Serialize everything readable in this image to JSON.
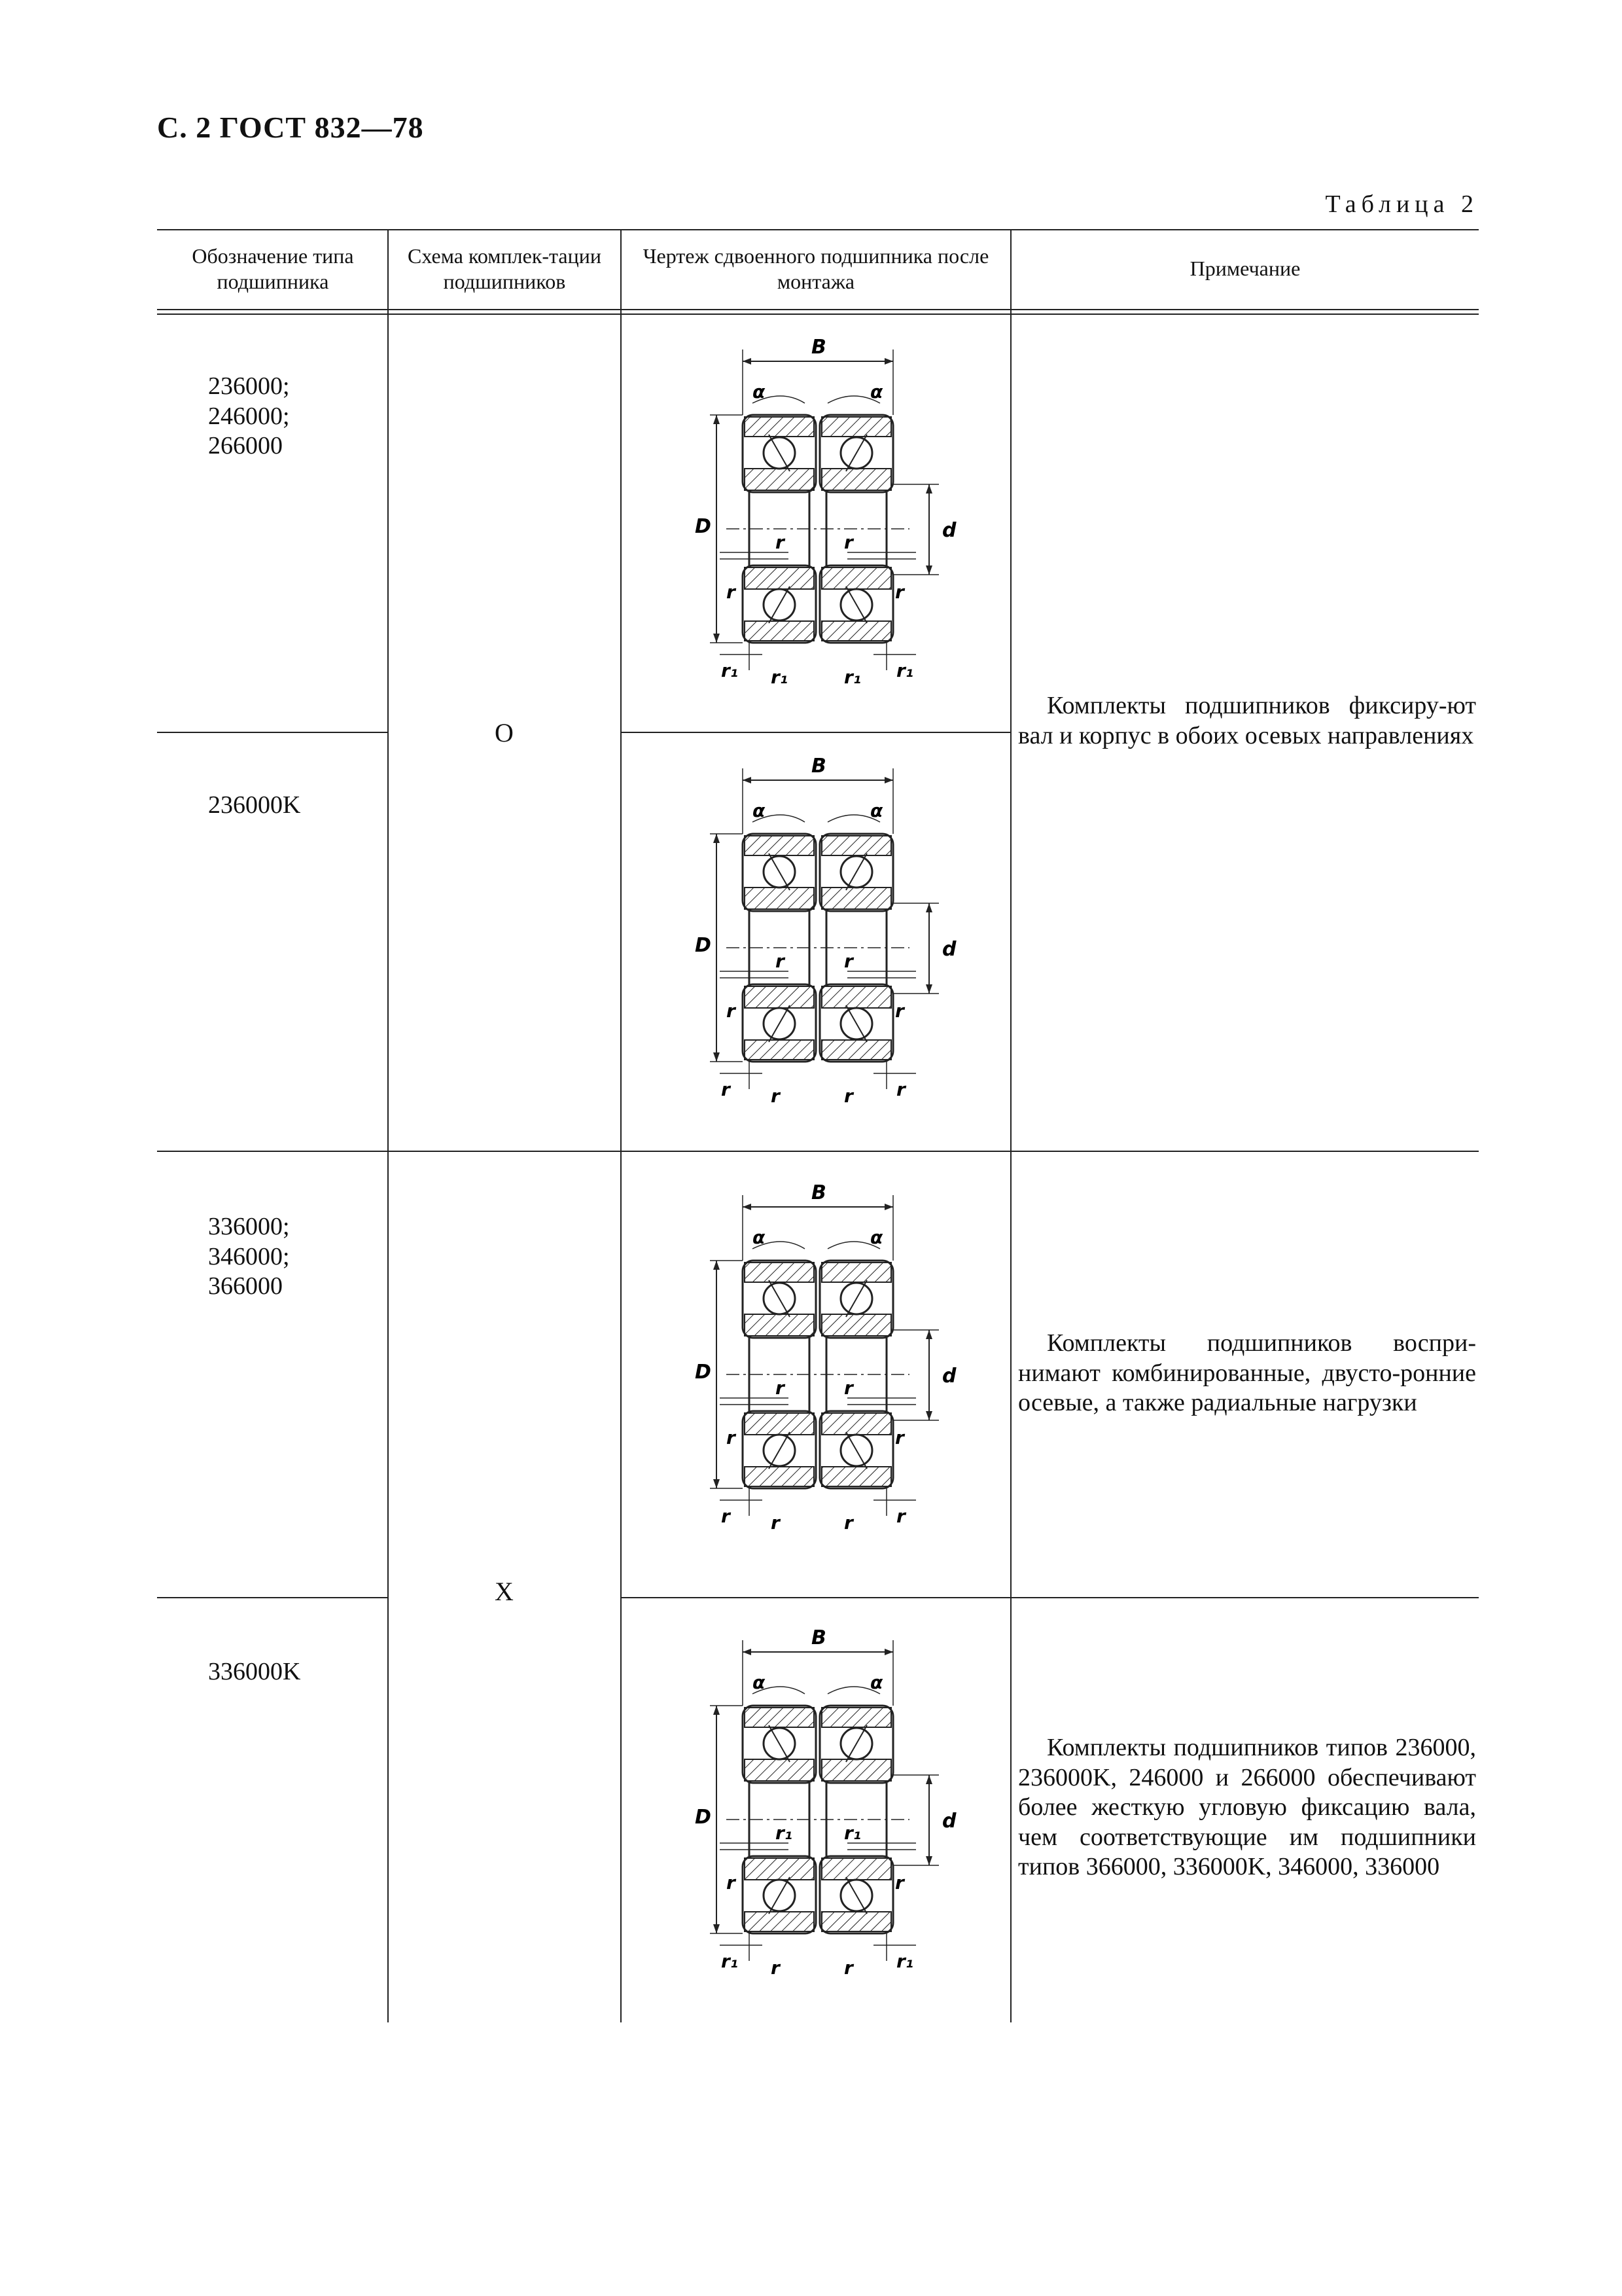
{
  "page": {
    "header": "С. 2 ГОСТ 832—78",
    "table_label": "Таблица 2"
  },
  "table": {
    "headers": [
      "Обозначение типа подшипника",
      "Схема комплек-тации подшипников",
      "Чертеж сдвоенного подшипника после монтажа",
      "Примечание"
    ],
    "rows": [
      {
        "codes": [
          "236000;",
          "246000;",
          "266000"
        ],
        "drawing": "drawing-236000"
      },
      {
        "codes": [
          "236000K"
        ],
        "drawing": "drawing-236000K"
      },
      {
        "codes": [
          "336000;",
          "346000;",
          "366000"
        ],
        "drawing": "drawing-336000"
      },
      {
        "codes": [
          "336000K"
        ],
        "drawing": "drawing-336000K"
      }
    ],
    "schemes": [
      "О",
      "Х"
    ],
    "notes": [
      "Комплекты подшипников фиксиру-ют вал и корпус в обоих осевых направлениях",
      "Комплекты подшипников воспри-нимают комбинированные, двусто-ронние осевые, а также радиальные нагрузки",
      "Комплекты подшипников типов 236000, 236000K, 246000 и 266000 обеспечивают более жесткую угловую фиксацию вала, чем соответствующие им подшипники типов 366000, 336000K, 346000, 336000"
    ]
  },
  "drawings": [
    {
      "B": "B",
      "D": "D",
      "d": "d",
      "alpha": "α",
      "r": "r",
      "r1": "r₁",
      "r_inner": "r",
      "r_outer": "r₁"
    },
    {
      "B": "B",
      "D": "D",
      "d": "d",
      "alpha": "α",
      "r": "r",
      "r1": "r",
      "r_inner": "r",
      "r_outer": "r"
    },
    {
      "B": "B",
      "D": "D",
      "d": "d",
      "alpha": "α",
      "r": "r",
      "r1": "r",
      "r_inner": "r",
      "r_outer": "r"
    },
    {
      "B": "B",
      "D": "D",
      "d": "d",
      "alpha": "α",
      "r": "r",
      "r1": "r₁",
      "r_inner": "r₁",
      "r_outer": "r"
    }
  ]
}
